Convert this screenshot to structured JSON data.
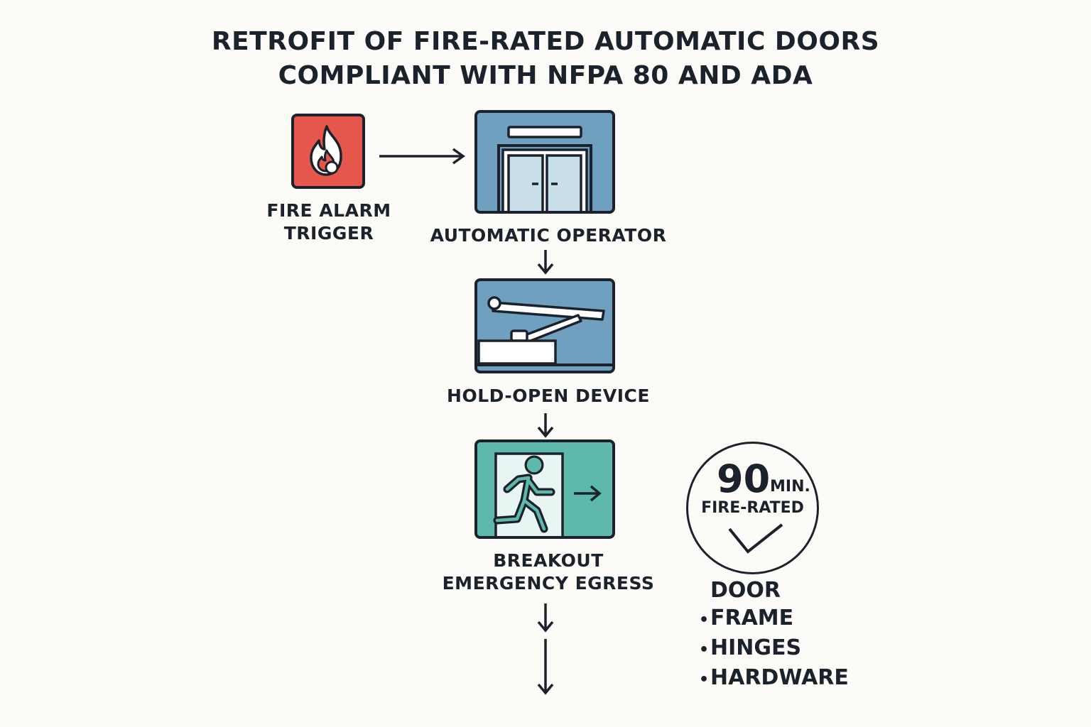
{
  "title": {
    "line1": "RETROFIT OF FIRE-RATED AUTOMATIC DOORS",
    "line2": "COMPLIANT WITH NFPA 80 AND ADA"
  },
  "steps": {
    "fire_alarm": {
      "line1": "FIRE ALARM",
      "line2": "TRIGGER",
      "icon": "fire-icon"
    },
    "automatic_operator": {
      "label": "AUTOMATIC OPERATOR",
      "icon": "sliding-door-icon"
    },
    "hold_open": {
      "label": "HOLD-OPEN DEVICE",
      "icon": "door-closer-arm-icon"
    },
    "breakout": {
      "line1": "BREAKOUT",
      "line2": "EMERGENCY EGRESS",
      "icon": "running-exit-icon"
    }
  },
  "badge": {
    "number": "90",
    "unit": "MIN.",
    "text": "FIRE-RATED",
    "icon": "check-icon"
  },
  "components": {
    "heading": "DOOR",
    "items": [
      "FRAME",
      "HINGES",
      "HARDWARE"
    ],
    "bullet": "•"
  },
  "colors": {
    "fire": "#e5574c",
    "operator": "#6fa0c0",
    "egress": "#5fb8ac",
    "ink": "#1c222b"
  }
}
